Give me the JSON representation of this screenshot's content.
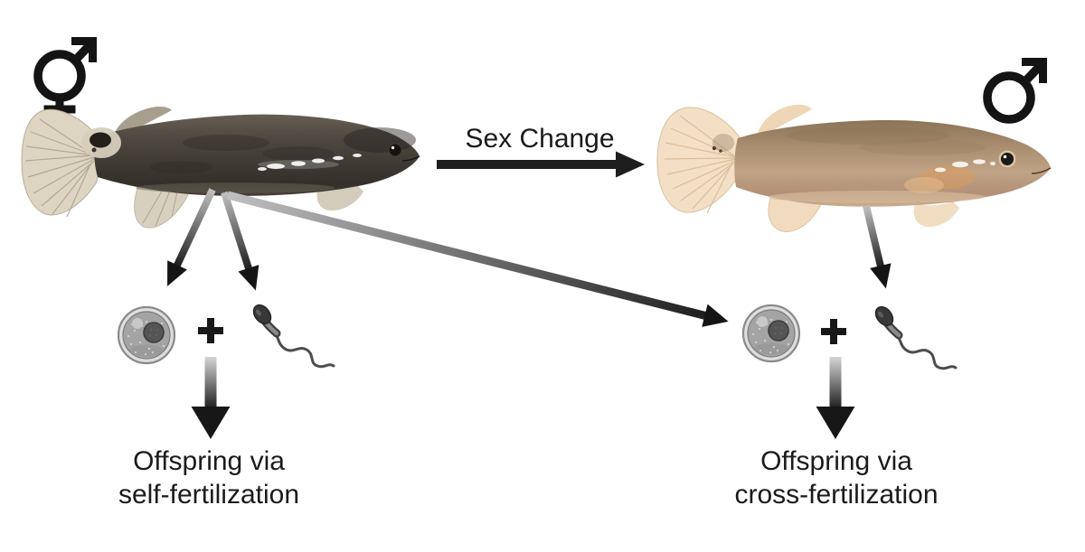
{
  "transition": {
    "label": "Sex Change"
  },
  "left": {
    "caption_line1": "Offspring via",
    "caption_line2": "self-fertilization"
  },
  "right": {
    "caption_line1": "Offspring via",
    "caption_line2": "cross-fertilization"
  },
  "icons": {
    "hermaphrodite-icon": "⚥",
    "male-icon": "♂",
    "plus-icon": "+",
    "egg-icon": "egg-cell",
    "sperm-icon": "sperm-cell",
    "sex-change-arrow-icon": "→",
    "down-arrow-icon": "↓",
    "fish-left": "dark hermaphrodite killifish photo",
    "fish-right": "tan male killifish photo"
  },
  "colors": {
    "background": "#ffffff",
    "text": "#1b1b1b",
    "arrow_dark": "#1a1a1a",
    "arrow_gradient_light": "#c0c0c0",
    "left_fish_body": "#46403a",
    "left_fish_fins": "#ddd4c2",
    "right_fish_body": "#bfa384",
    "right_fish_fins": "#f2dfc5",
    "egg_fill": "#a6a6a6",
    "sperm_fill": "#3c3c3c"
  }
}
